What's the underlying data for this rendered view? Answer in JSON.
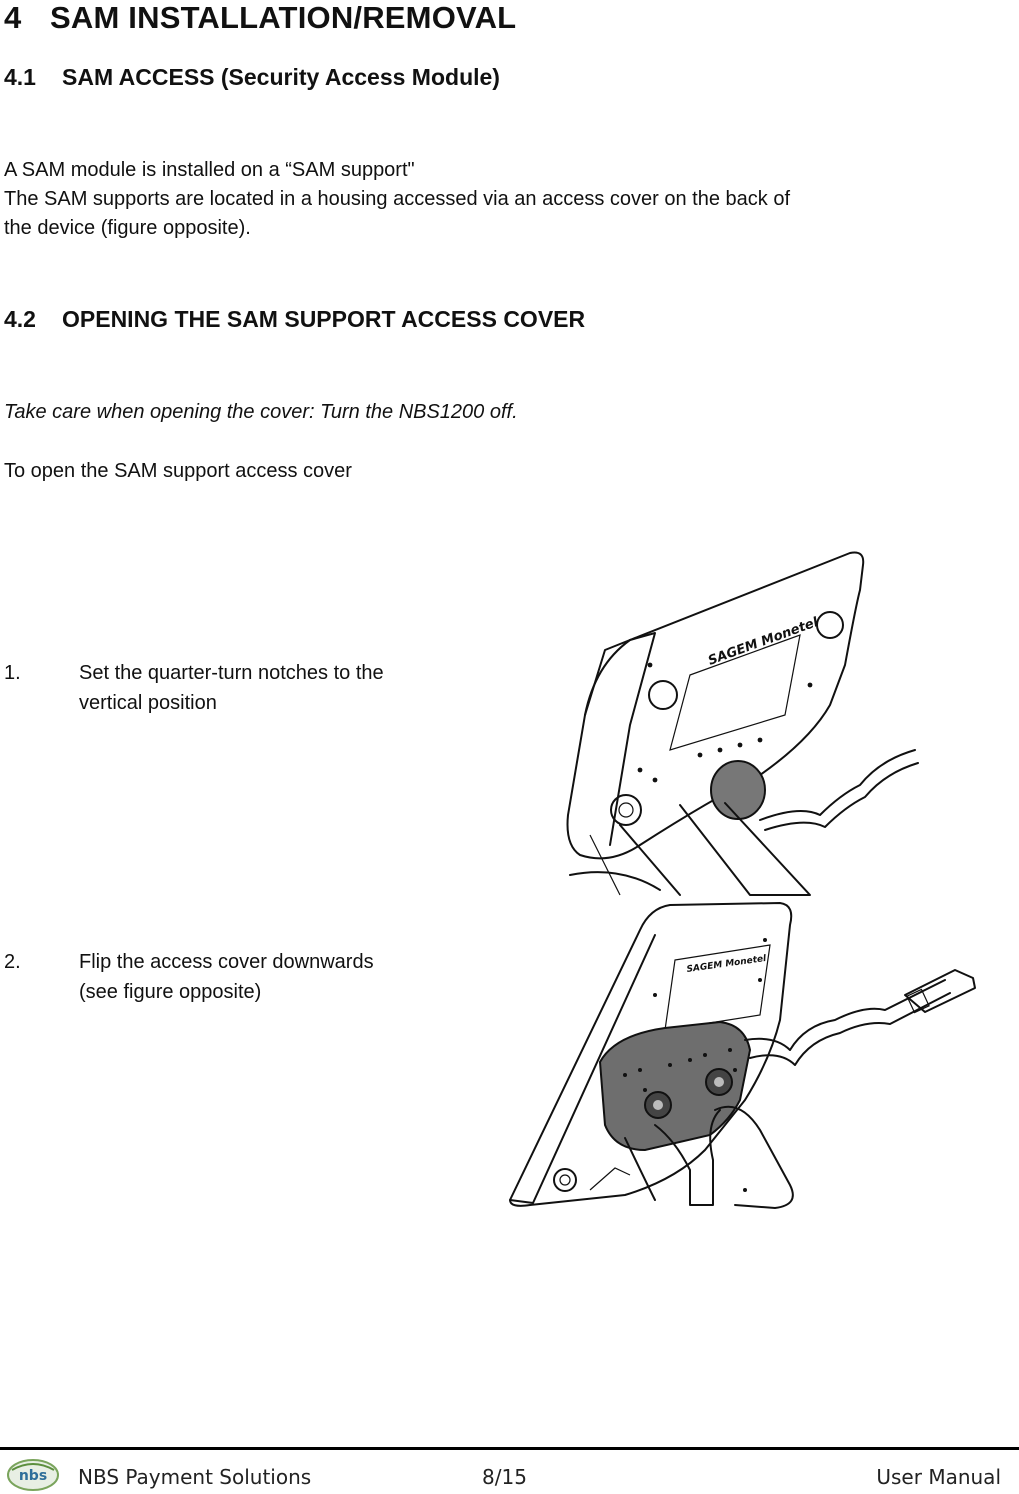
{
  "section": {
    "number": "4",
    "title": "SAM INSTALLATION/REMOVAL"
  },
  "subsection_1": {
    "number": "4.1",
    "title": "SAM ACCESS (Security Access Module)"
  },
  "intro": {
    "line1": "A SAM module is installed on a “SAM support\"",
    "line2": "The SAM supports are located in a housing accessed via an access cover on the back of",
    "line3": "the device (figure opposite)."
  },
  "subsection_2": {
    "number": "4.2",
    "title": "OPENING THE SAM SUPPORT ACCESS COVER"
  },
  "caution": "Take care when opening the cover: Turn the NBS1200 off.",
  "lead": "To open the SAM support access cover",
  "steps": [
    {
      "number": "1.",
      "line1": "Set the quarter-turn notches to the",
      "line2": "vertical position"
    },
    {
      "number": "2.",
      "line1": "Flip the access cover downwards",
      "line2": "(see figure opposite)"
    }
  ],
  "figure": {
    "brand": "SAGEM Monetel"
  },
  "footer": {
    "logo_text": "nbs",
    "company": "NBS Payment Solutions",
    "page": "8/15",
    "doc_type": "User Manual"
  }
}
